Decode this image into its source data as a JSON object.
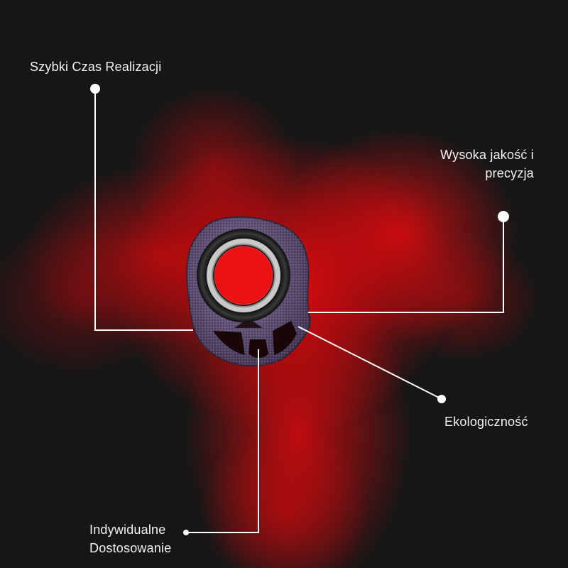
{
  "features": {
    "top_left": {
      "line1": "Szybki Czas Realizacji"
    },
    "top_right": {
      "line1": "Wysoka jakość i",
      "line2": "precyzja"
    },
    "right": {
      "line1": "Ekologiczność"
    },
    "bottom_left": {
      "line1": "Indywidualne",
      "line2": "Dostosowanie"
    }
  },
  "colors": {
    "background": "#141414",
    "smoke": "#e00a0e",
    "line": "#ffffff",
    "part": "#5a4a6e"
  }
}
